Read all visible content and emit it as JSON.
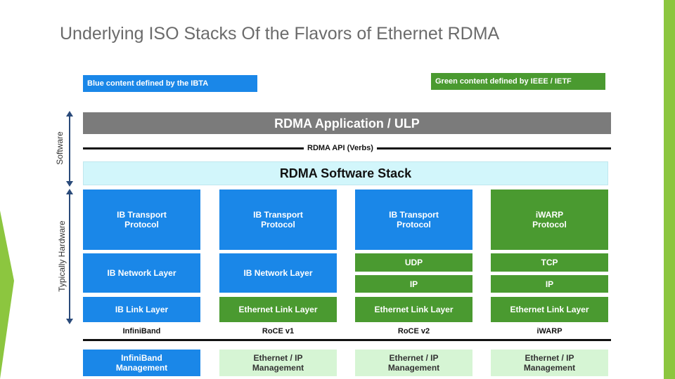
{
  "title": "Underlying ISO Stacks Of the Flavors of Ethernet RDMA",
  "legend": {
    "blue": "Blue content defined by the IBTA",
    "green": "Green content defined by IEEE / IETF"
  },
  "side_labels": {
    "software": "Software",
    "hardware": "Typically Hardware"
  },
  "app_layer": "RDMA Application / ULP",
  "api_label": "RDMA API (Verbs)",
  "sw_stack": "RDMA Software Stack",
  "columns": [
    {
      "transport": "IB Transport\nProtocol",
      "network": "IB Network Layer",
      "link": "IB Link Layer",
      "name": "InfiniBand",
      "mgmt": "InfiniBand\nManagement"
    },
    {
      "transport": "IB Transport\nProtocol",
      "network": "IB Network Layer",
      "link": "Ethernet Link Layer",
      "name": "RoCE v1",
      "mgmt": "Ethernet / IP\nManagement"
    },
    {
      "transport": "IB Transport\nProtocol",
      "udp": "UDP",
      "ip": "IP",
      "link": "Ethernet Link Layer",
      "name": "RoCE v2",
      "mgmt": "Ethernet / IP\nManagement"
    },
    {
      "transport": "iWARP\nProtocol",
      "udp": "TCP",
      "ip": "IP",
      "link": "Ethernet Link Layer",
      "name": "iWARP",
      "mgmt": "Ethernet / IP\nManagement"
    }
  ],
  "colors": {
    "blue": "#1a87e8",
    "green": "#4a9a30",
    "light_green": "#d6f5d4",
    "gray": "#7b7b7b",
    "light_cyan": "#d2f6fb",
    "accent_lime": "#8cc63f"
  }
}
